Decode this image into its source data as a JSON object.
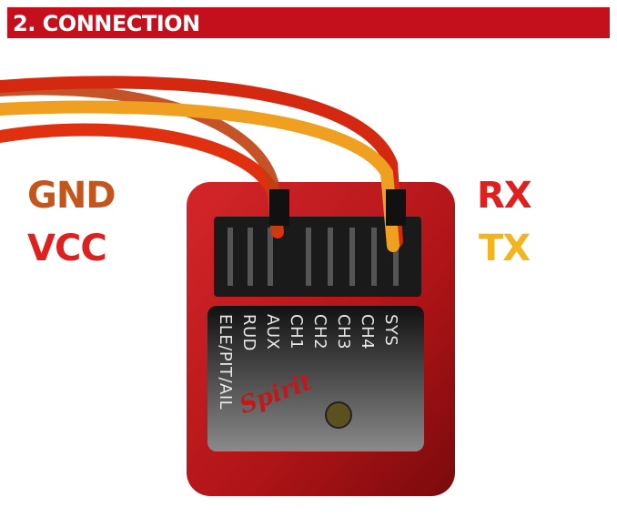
{
  "header": {
    "title": "2. CONNECTION"
  },
  "labels": {
    "gnd": {
      "text": "GND",
      "color": "#c4561c"
    },
    "vcc": {
      "text": "VCC",
      "color": "#e0201e"
    },
    "rx": {
      "text": "RX",
      "color": "#e0201e"
    },
    "tx": {
      "text": "TX",
      "color": "#f4b41e"
    }
  },
  "device": {
    "port_labels": [
      "ELE/PIT/AIL",
      "RUD",
      "AUX",
      "CH1",
      "CH2",
      "CH3",
      "CH4",
      "SYS"
    ],
    "logo": "Spirit"
  }
}
